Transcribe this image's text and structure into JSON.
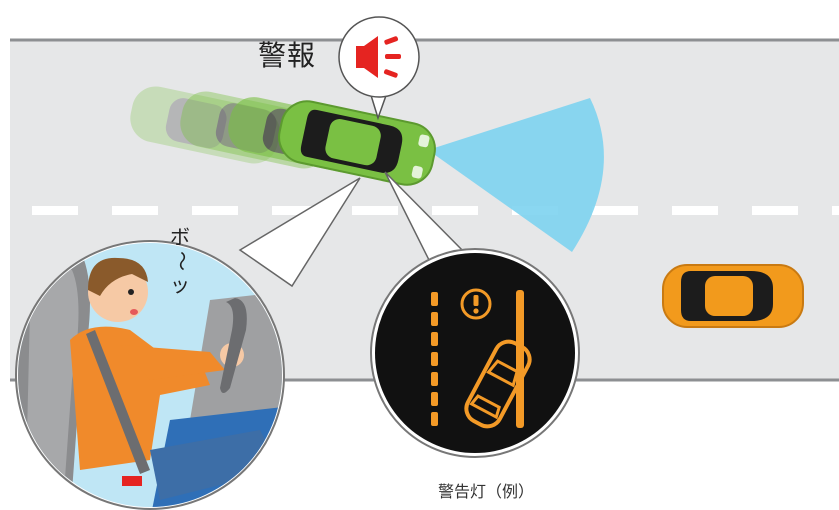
{
  "labels": {
    "alarm": "警報",
    "warning_light": "警告灯（例）",
    "driver_mumble": [
      "ボ",
      "〜",
      "ッ"
    ]
  },
  "colors": {
    "road": "#e6e7e8",
    "road_edge": "#8d8f92",
    "lane_dash": "#ffffff",
    "own_car": "#7ac043",
    "other_car": "#f29a1c",
    "sensor_beam": "#7dd3ef",
    "alert_red": "#e52421",
    "indicator_amber": "#f39a27",
    "panel": "#111111"
  },
  "icons": {
    "alarm": "speaker-alert-icon",
    "warning": "exclamation-circle-icon"
  }
}
